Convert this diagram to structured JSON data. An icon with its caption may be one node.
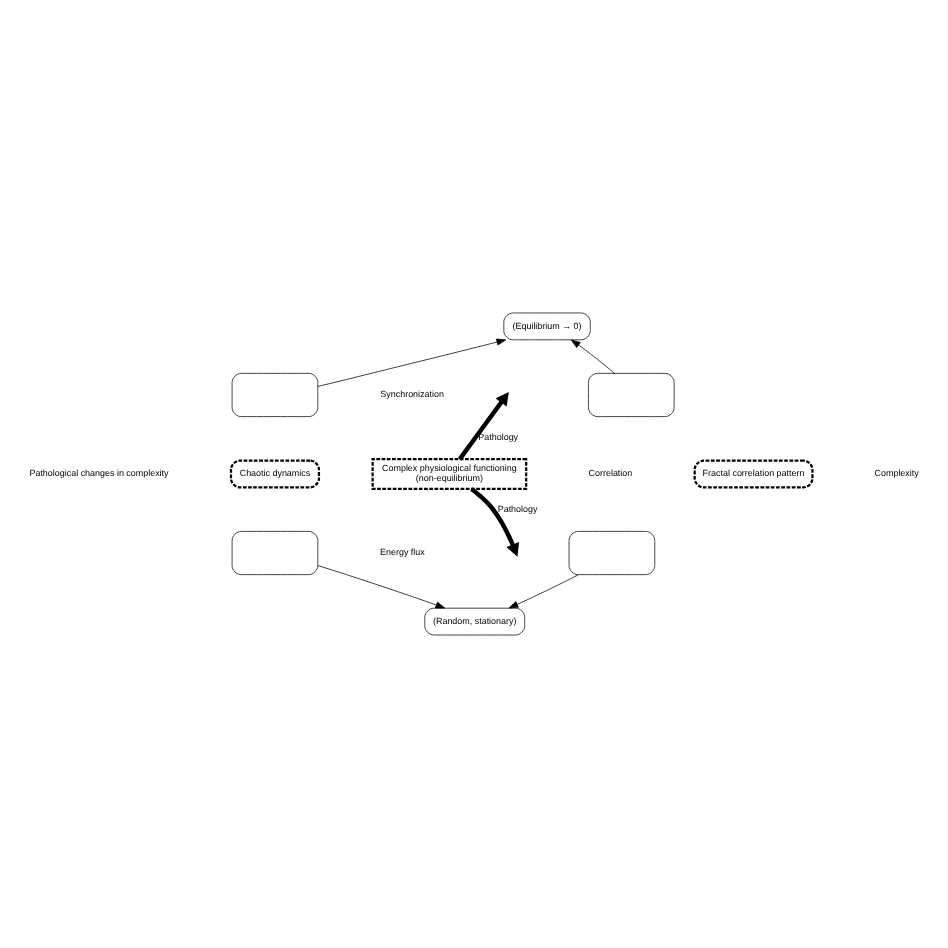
{
  "diagram": {
    "nodes": [
      {
        "text": [
          "(Equilibrium → 0)"
        ]
      },
      {
        "text": [],
        "shape": "box"
      },
      {
        "text": [
          "Chaotic dynamics"
        ]
      },
      {
        "text": [],
        "shape": "box"
      },
      {
        "text": [
          "Complex physiological functioning",
          "(non-equilibrium)"
        ]
      },
      {
        "text": [],
        "shape": "box"
      },
      {
        "text": [
          "Fractal correlation pattern"
        ]
      },
      {
        "text": [],
        "shape": "box"
      },
      {
        "text": [
          "(Random, stationary)"
        ]
      }
    ],
    "edges": [
      {
        "from": 1,
        "to": 0,
        "arrow": "to"
      },
      {
        "from": 5,
        "to": 0,
        "arrow": "to"
      },
      {
        "from": 4,
        "to": null,
        "arrow": "to",
        "label": "Pathology",
        "style": "thick"
      },
      {
        "from": 4,
        "to": null,
        "arrow": "to",
        "label": "Pathology",
        "style": "thick"
      },
      {
        "from": 3,
        "to": 8,
        "arrow": "to"
      },
      {
        "from": 7,
        "to": 8,
        "arrow": "to"
      }
    ],
    "labels": [
      "Pathological changes in complexity",
      "Synchronization",
      "Energy flux",
      "Correlation",
      "Complexity"
    ]
  }
}
